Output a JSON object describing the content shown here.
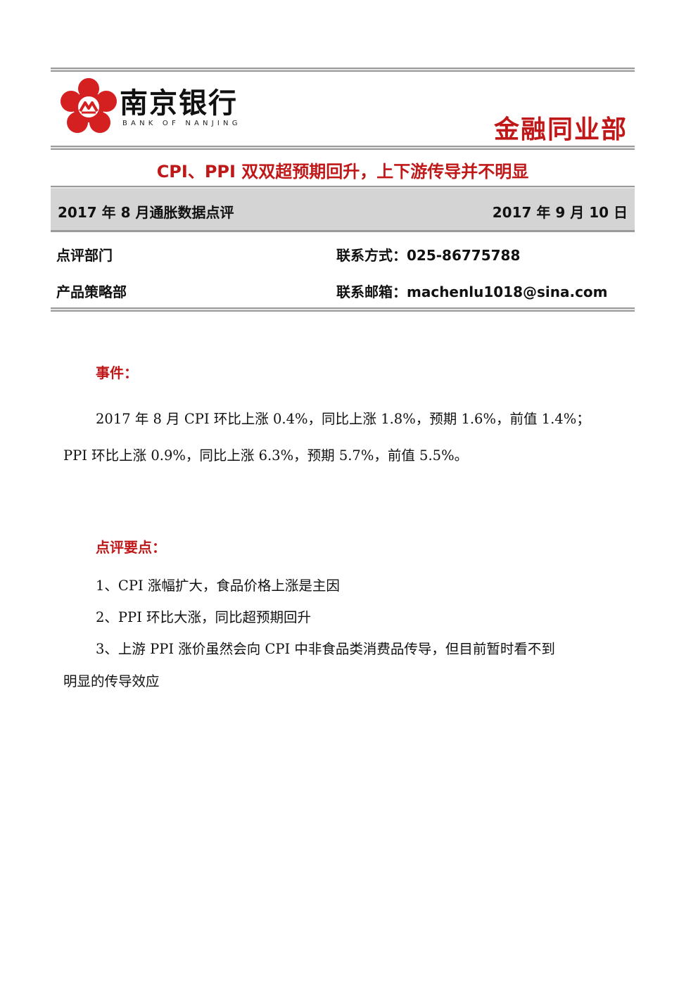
{
  "header": {
    "bank_name_cn": "南京银行",
    "bank_name_en": "BANK OF NANJING",
    "department": "金融同业部",
    "logo_icon": "red-flower-seal-icon",
    "accent_color": "#c01818"
  },
  "report": {
    "title": "CPI、PPI 双双超预期回升，上下游传导并不明显",
    "subtitle": "2017 年 8 月通胀数据点评",
    "date": "2017 年 9 月 10 日"
  },
  "info": {
    "dept_label": "点评部门",
    "dept_value": "产品策略部",
    "phone": "联系方式：025-86775788",
    "email": "联系邮箱：machenlu1018@sina.com"
  },
  "event": {
    "heading": "事件：",
    "line1": "2017 年 8 月 CPI 环比上涨 0.4%，同比上涨 1.8%，预期 1.6%，前值 1.4%；",
    "line2": "PPI 环比上涨 0.9%，同比上涨 6.3%，预期 5.7%，前值 5.5%。"
  },
  "review": {
    "heading": "点评要点：",
    "point1": "1、CPI 涨幅扩大，食品价格上涨是主因",
    "point2": "2、PPI 环比大涨，同比超预期回升",
    "point3_line1": "3、上游 PPI 涨价虽然会向 CPI 中非食品类消费品传导，但目前暂时看不到",
    "point3_line2": "明显的传导效应"
  }
}
